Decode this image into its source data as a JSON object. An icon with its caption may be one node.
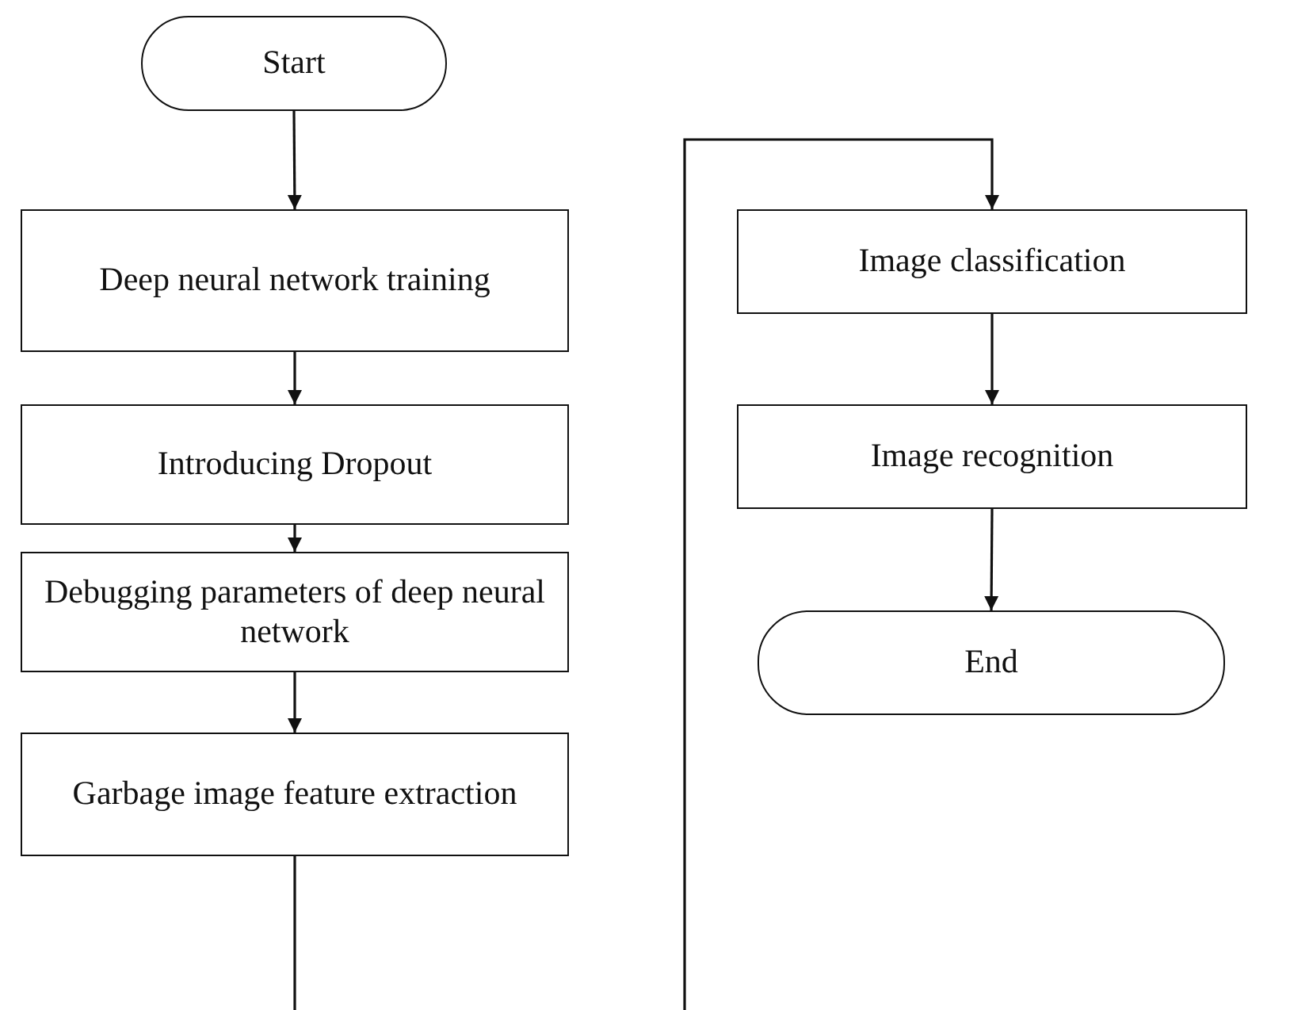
{
  "diagram": {
    "nodes": [
      {
        "text": [
          "Start"
        ]
      },
      {
        "text": [
          "Deep neural network training"
        ]
      },
      {
        "text": [
          "Introducing Dropout"
        ]
      },
      {
        "text": [
          "Debugging parameters of deep neural network"
        ]
      },
      {
        "text": [
          "Garbage image feature extraction"
        ]
      },
      {
        "text": [
          "Image classification"
        ]
      },
      {
        "text": [
          "Image recognition"
        ]
      },
      {
        "text": [
          "End"
        ]
      }
    ],
    "edges": [
      {
        "from": 0,
        "to": 1,
        "arrow": "to"
      },
      {
        "from": 1,
        "to": 2,
        "arrow": "to"
      },
      {
        "from": 2,
        "to": 3,
        "arrow": "to"
      },
      {
        "from": 3,
        "to": 4,
        "arrow": "to"
      },
      {
        "from": 4,
        "to": 5,
        "arrow": "to"
      },
      {
        "from": 5,
        "to": 6,
        "arrow": "to"
      },
      {
        "from": 6,
        "to": 7,
        "arrow": "to"
      }
    ]
  }
}
